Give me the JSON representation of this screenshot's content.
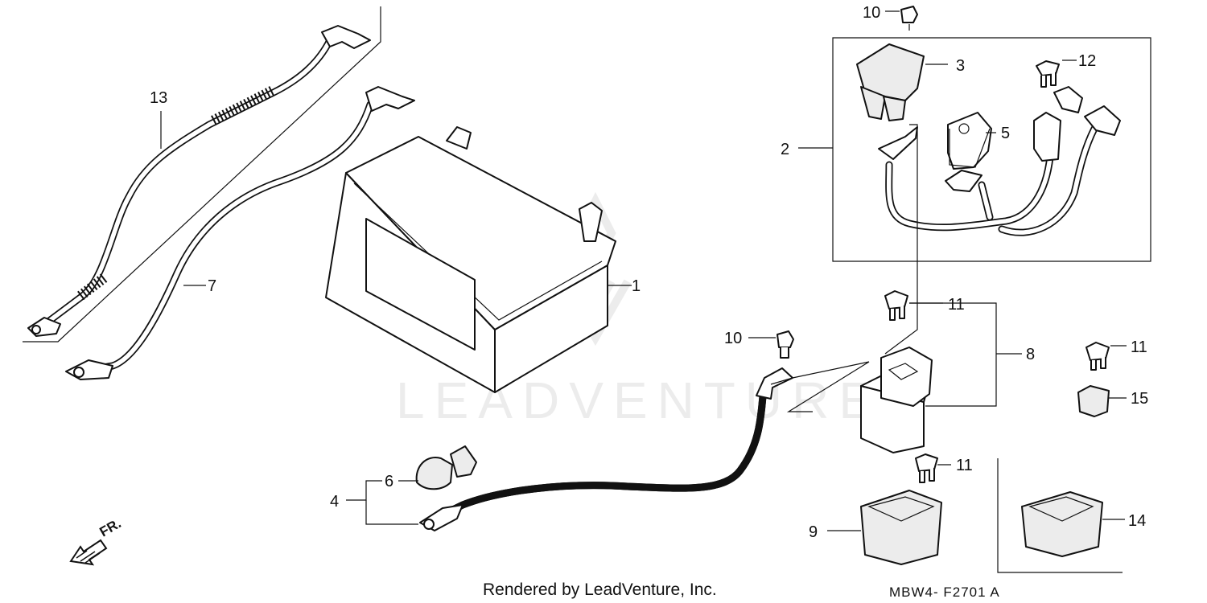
{
  "watermark": "LEADVENTURE",
  "footer": {
    "rendered_by": "Rendered by LeadVenture, Inc.",
    "drawing_code": "MBW4- F2701 A"
  },
  "direction": {
    "label": "FR."
  },
  "callouts": {
    "c1": "1",
    "c2": "2",
    "c3": "3",
    "c4": "4",
    "c5": "5",
    "c6": "6",
    "c7": "7",
    "c8": "8",
    "c9": "9",
    "c10a": "10",
    "c10b": "10",
    "c11a": "11",
    "c11b": "11",
    "c11c": "11",
    "c12": "12",
    "c13": "13",
    "c14": "14",
    "c15": "15"
  }
}
